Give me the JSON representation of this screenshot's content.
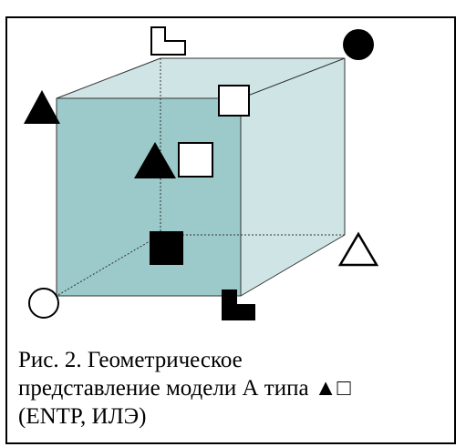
{
  "figure": {
    "caption": {
      "line1": "Рис. 2. Геометрическое",
      "line2": "представление модели А типа ▲□",
      "line3": "(ENTP, ИЛЭ)"
    },
    "colors": {
      "front_face": "#9cc9c9",
      "back_faces": "#cfe5e5",
      "edge": "#000000"
    },
    "markers": [
      {
        "name": "l-shape-outline-top",
        "shape": "L-tromino",
        "fill": "outline"
      },
      {
        "name": "circle-filled-top-right",
        "shape": "circle",
        "fill": "solid"
      },
      {
        "name": "triangle-filled-left",
        "shape": "triangle",
        "fill": "solid"
      },
      {
        "name": "square-outline-back-top",
        "shape": "square",
        "fill": "outline"
      },
      {
        "name": "triangle-filled-center",
        "shape": "triangle",
        "fill": "solid"
      },
      {
        "name": "square-outline-center",
        "shape": "square",
        "fill": "outline"
      },
      {
        "name": "square-filled-center",
        "shape": "square",
        "fill": "solid"
      },
      {
        "name": "triangle-outline-right",
        "shape": "triangle",
        "fill": "outline"
      },
      {
        "name": "circle-outline-bottom-left",
        "shape": "circle",
        "fill": "outline"
      },
      {
        "name": "l-shape-filled-bottom",
        "shape": "L-tromino",
        "fill": "solid"
      }
    ]
  }
}
